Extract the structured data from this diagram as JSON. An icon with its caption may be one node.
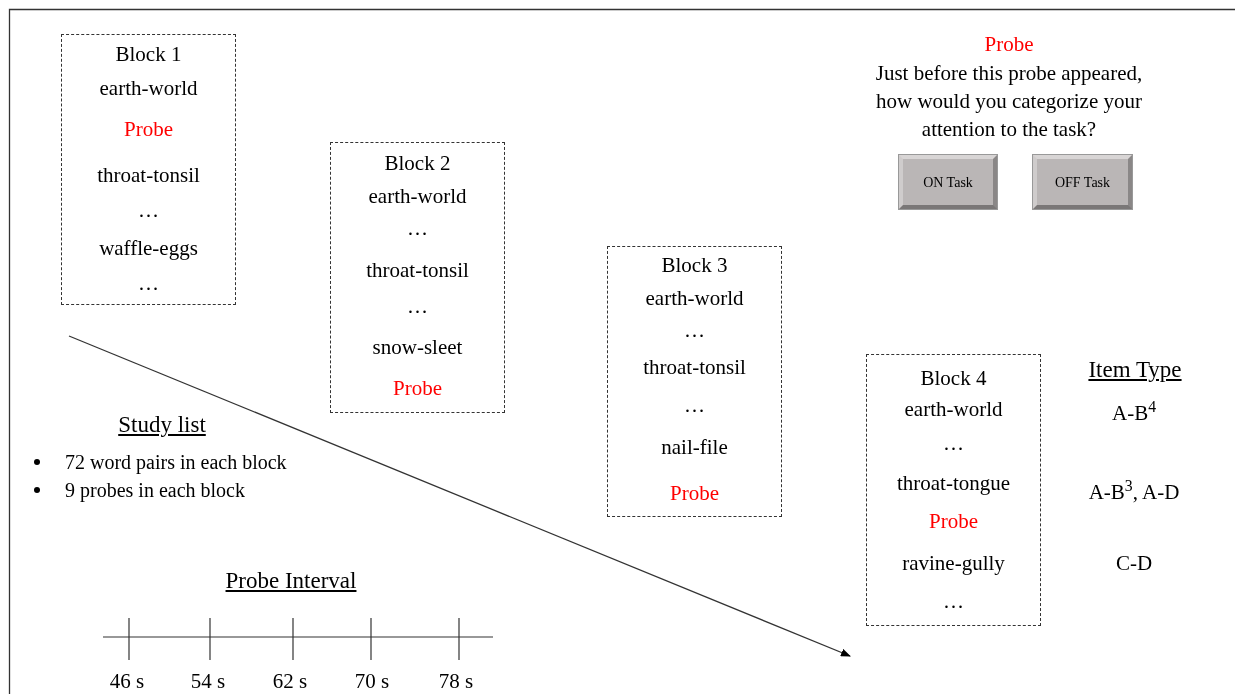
{
  "diagram": {
    "nodes": [
      {
        "text": [
          "Block 1",
          "earth-world",
          "Probe",
          "throat-tonsil",
          "…",
          "waffle-eggs",
          "…"
        ]
      },
      {
        "text": [
          "Block 2",
          "earth-world",
          "…",
          "throat-tonsil",
          "…",
          "snow-sleet",
          "Probe"
        ]
      },
      {
        "text": [
          "Block 3",
          "earth-world",
          "…",
          "throat-tonsil",
          "…",
          "nail-file",
          "Probe"
        ]
      },
      {
        "text": [
          "Block 4",
          "earth-world",
          "…",
          "throat-tongue",
          "Probe",
          "ravine-gully",
          "…"
        ]
      },
      {
        "text": [
          "ON Task"
        ]
      },
      {
        "text": [
          "OFF Task"
        ]
      }
    ],
    "edges": [],
    "labels": [
      "Probe",
      "Just before this probe appeared, how would you categorize your attention to the task?",
      "Item Type",
      "A-B$^{4}$",
      "Study list",
      "72 word pairs in each block",
      "9 probes in each block",
      "A-B$^{3}$, A-D",
      "C-D",
      "Probe Interval",
      "46 s",
      "54 s",
      "62 s",
      "70 s",
      "78 s"
    ]
  }
}
